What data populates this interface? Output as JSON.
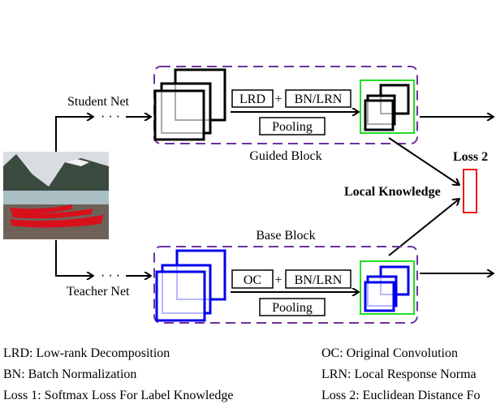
{
  "colors": {
    "block_border": "#7030a0",
    "feature_map_box": "#22dd22",
    "loss_box": "#ee1111",
    "student_maps": "#000000",
    "teacher_maps": "#0000ee"
  },
  "input_image": {
    "icon": "canoes-on-lake-photo"
  },
  "student": {
    "label": "Student Net",
    "dots": "· · ·",
    "block_label": "Guided Block",
    "op1": "LRD",
    "plus": "+",
    "op2": "BN/LRN",
    "op3": "Pooling"
  },
  "teacher": {
    "label": "Teacher Net",
    "dots": "· · ·",
    "block_label": "Base Block",
    "op1": "OC",
    "plus": "+",
    "op2": "BN/LRN",
    "op3": "Pooling"
  },
  "loss": {
    "label": "Loss 2",
    "knowledge_label": "Local Knowledge"
  },
  "legend": {
    "left": [
      "LRD: Low-rank Decomposition",
      "BN: Batch Normalization",
      "Loss 1: Softmax Loss For Label Knowledge"
    ],
    "right": [
      "OC: Original Convolution",
      "LRN: Local Response Norma",
      "Loss 2: Euclidean Distance Fo"
    ]
  }
}
